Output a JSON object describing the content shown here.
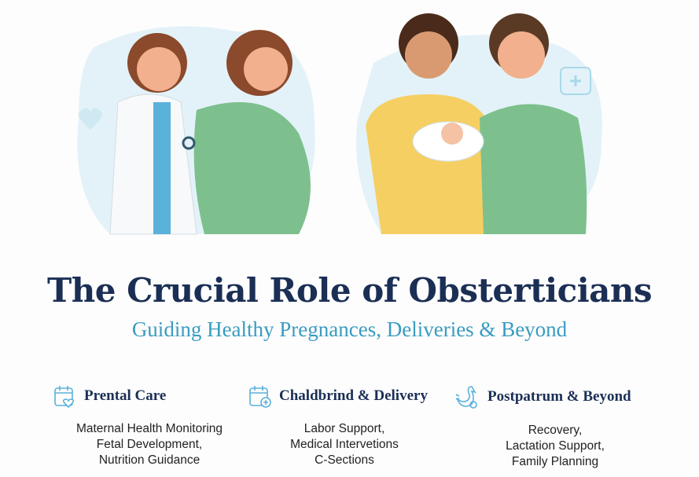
{
  "title": "The Crucial Role of Obsterticians",
  "subtitle": "Guiding Healthy Pregnances, Deliveries & Beyond",
  "colors": {
    "title": "#1b2f55",
    "accent": "#3a9cc0",
    "green": "#7dc08d",
    "yellow": "#f6cf63"
  },
  "sections": [
    {
      "icon": "calendar-heart-icon",
      "label": "Prental Care",
      "items": [
        "Maternal Health Monitoring",
        "Fetal Development,",
        "Nutrition Guidance"
      ]
    },
    {
      "icon": "calendar-plus-icon",
      "label": "Chaldbrind & Delivery",
      "items": [
        "Labor Support,",
        "Medical Intervetions",
        "C-Sections"
      ]
    },
    {
      "icon": "swan-icon",
      "label": "Postpatrum & Beyond",
      "items": [
        "Recovery,",
        "Lactation Support,",
        "Family Planning"
      ]
    }
  ]
}
